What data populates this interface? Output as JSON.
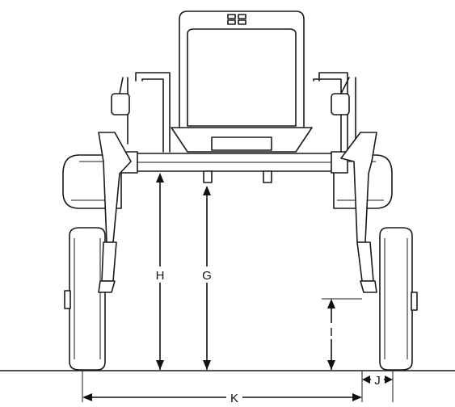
{
  "dimensions": {
    "G": "G",
    "H": "H",
    "I": "I",
    "J": "J",
    "K": "K"
  },
  "colors": {
    "line": "#1a1a1a",
    "background": "#ffffff"
  }
}
